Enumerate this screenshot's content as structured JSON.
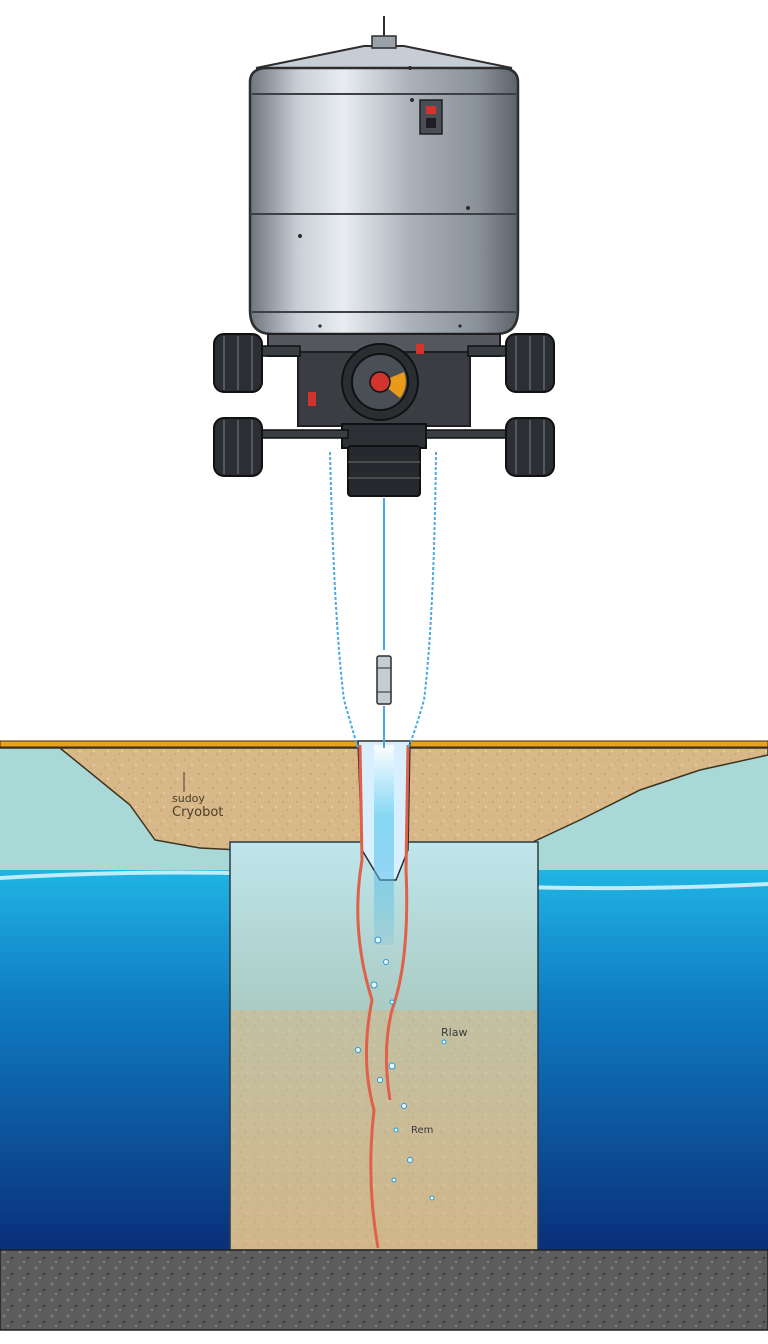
{
  "labels": {
    "site_line1": "sudoy",
    "site_line2": "Cryobot",
    "flow": "Rlaw",
    "rem": "Rem"
  },
  "colors": {
    "background": "#ffffff",
    "sky_ice": "#a9d9d6",
    "sediment": "#d8b888",
    "water_top": "#18a8d8",
    "water_deep": "#0a2f7a",
    "bedrock": "#5b5b5b",
    "surface_line": "#e8a21c",
    "heat_trace": "#e0604a",
    "tether": "#4aa8e0",
    "hull": "#a7adb5",
    "wheels": "#2b2e33"
  },
  "icons": [
    "cryobot-hull-icon",
    "wheel-icon",
    "nozzle-icon",
    "bubble-icon"
  ]
}
